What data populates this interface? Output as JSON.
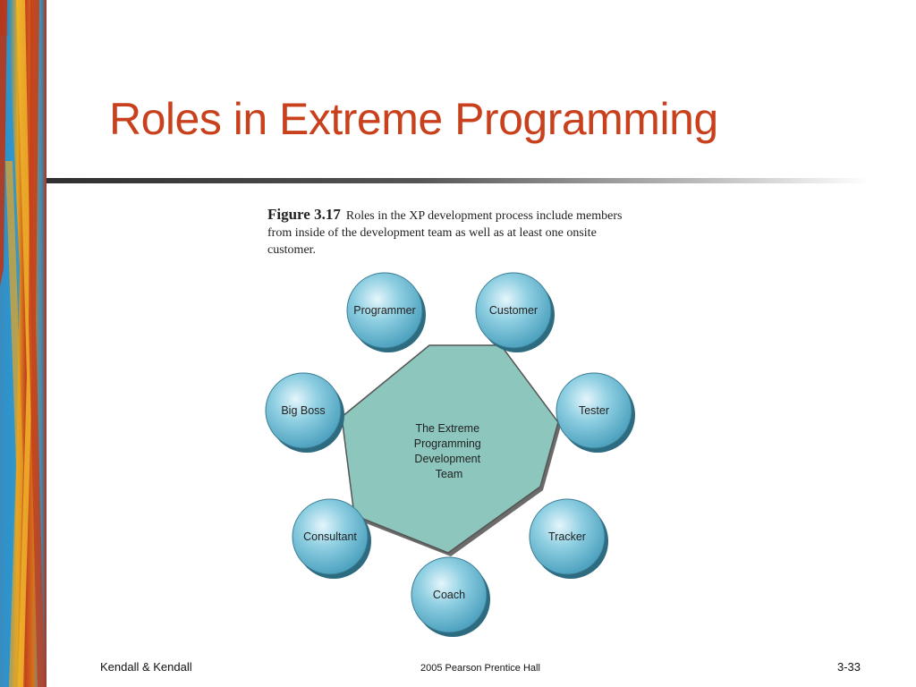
{
  "slide": {
    "title": "Roles in Extreme Programming",
    "caption_label": "Figure 3.17",
    "caption_text": "Roles in the XP development process include members from inside of the development team as well as at least one onsite customer."
  },
  "diagram": {
    "center_lines": [
      "The Extreme",
      "Programming",
      "Development",
      "Team"
    ],
    "roles": [
      "Programmer",
      "Customer",
      "Big Boss",
      "Tester",
      "Consultant",
      "Tracker",
      "Coach"
    ],
    "colors": {
      "circle_fill": "#7cc3d8",
      "circle_shadow": "#2c6b80",
      "heptagon_fill": "#8cc6bd",
      "heptagon_border": "#555555"
    }
  },
  "footer": {
    "left": "Kendall & Kendall",
    "center": "2005 Pearson Prentice Hall",
    "right": "3-33"
  },
  "colors": {
    "title": "#c8401c"
  }
}
